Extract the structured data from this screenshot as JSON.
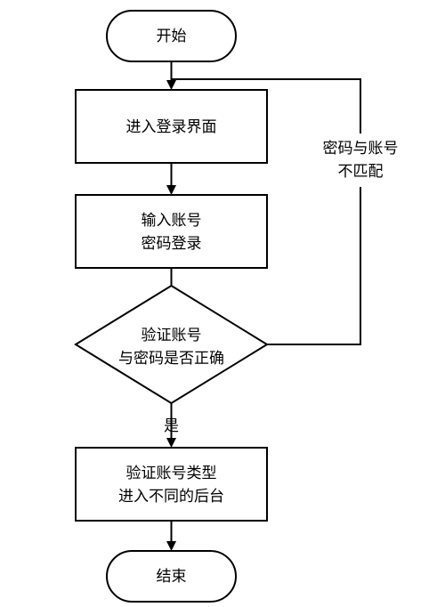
{
  "flowchart": {
    "start": "开始",
    "login_screen": "进入登录界面",
    "enter_credentials": [
      "输入账号",
      "密码登录"
    ],
    "decision": [
      "验证账号",
      "与密码是否正确"
    ],
    "no_label": [
      "密码与账号",
      "不匹配"
    ],
    "yes_label": "是",
    "route_backend": [
      "验证账号类型",
      "进入不同的后台"
    ],
    "end": "结束"
  }
}
